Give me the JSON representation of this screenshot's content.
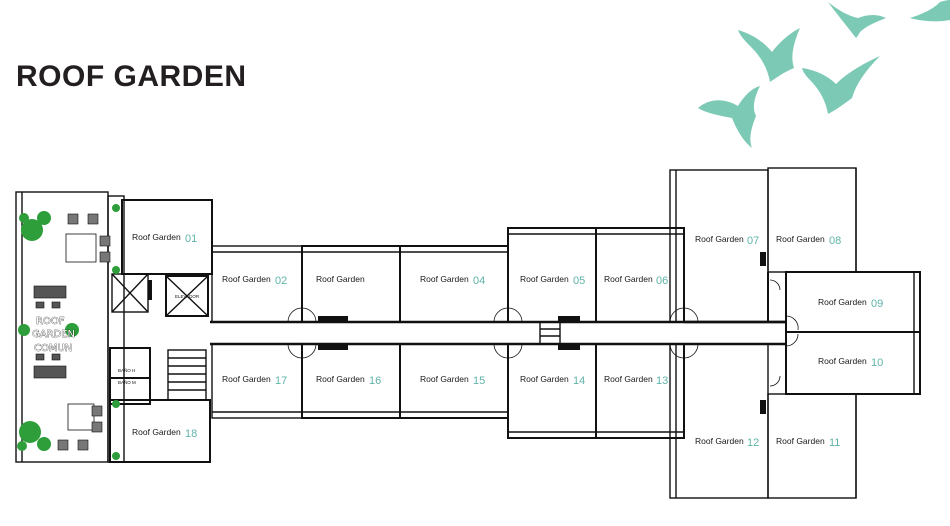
{
  "title": "ROOF GARDEN",
  "colors": {
    "accent": "#7ccab5",
    "unit_number": "#5fb3a8",
    "wall": "#111111",
    "plant": "#2e9e3a"
  },
  "common_area": {
    "label": [
      "ROOF",
      "GARDEN",
      "COMUN"
    ]
  },
  "service": {
    "elevator": "ELEVADOR",
    "bath_1": "BAÑO H",
    "bath_2": "BAÑO M"
  },
  "units": [
    {
      "id": "01",
      "label": "Roof Garden",
      "number": "01"
    },
    {
      "id": "02",
      "label": "Roof Garden",
      "number": "02"
    },
    {
      "id": "03",
      "label": "Roof Garden",
      "number": ""
    },
    {
      "id": "04",
      "label": "Roof Garden",
      "number": "04"
    },
    {
      "id": "05",
      "label": "Roof Garden",
      "number": "05"
    },
    {
      "id": "06",
      "label": "Roof Garden",
      "number": "06"
    },
    {
      "id": "07",
      "label": "Roof Garden",
      "number": "07"
    },
    {
      "id": "08",
      "label": "Roof Garden",
      "number": "08"
    },
    {
      "id": "09",
      "label": "Roof Garden",
      "number": "09"
    },
    {
      "id": "10",
      "label": "Roof Garden",
      "number": "10"
    },
    {
      "id": "11",
      "label": "Roof Garden",
      "number": "11"
    },
    {
      "id": "12",
      "label": "Roof Garden",
      "number": "12"
    },
    {
      "id": "13",
      "label": "Roof Garden",
      "number": "13"
    },
    {
      "id": "14",
      "label": "Roof Garden",
      "number": "14"
    },
    {
      "id": "15",
      "label": "Roof Garden",
      "number": "15"
    },
    {
      "id": "16",
      "label": "Roof Garden",
      "number": "16"
    },
    {
      "id": "17",
      "label": "Roof Garden",
      "number": "17"
    },
    {
      "id": "18",
      "label": "Roof Garden",
      "number": "18"
    }
  ]
}
